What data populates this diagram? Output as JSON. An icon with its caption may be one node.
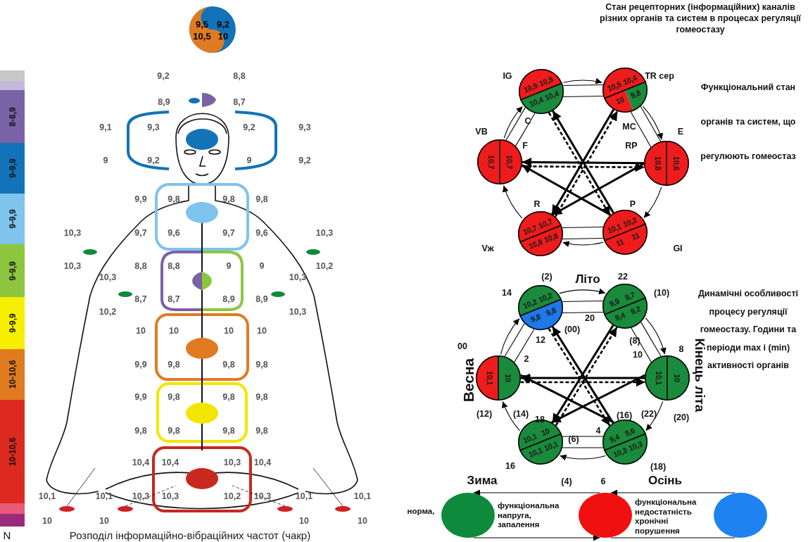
{
  "diagram": {
    "title": "Стан рецепторних (інформаційних) каналів різних органів та систем в процесах регуляції гомеостазу",
    "caption": "Розподіл інформаційно-вібраційних частот (чакр)",
    "nodes": [
      {
        "text": [
          "9,5",
          "9,2",
          "10,5",
          "10"
        ]
      },
      {
        "text": [],
        "shape": "bar"
      },
      {
        "text": [],
        "shape": "bar"
      },
      {
        "text": [
          "8-8,9"
        ]
      },
      {
        "text": [
          "9-9,9"
        ]
      },
      {
        "text": [
          "9-9,9"
        ]
      },
      {
        "text": [
          "9-9,9"
        ]
      },
      {
        "text": [
          "9-9,9"
        ]
      },
      {
        "text": [
          "10-10,6"
        ]
      },
      {
        "text": [
          "10-10,6"
        ]
      },
      {
        "text": [],
        "shape": "bar"
      },
      {
        "text": [],
        "shape": "bar"
      },
      {
        "text": [
          "10,9",
          "10,9",
          "10,4",
          "10,4"
        ]
      },
      {
        "text": [
          "10,5",
          "10,4",
          "10",
          "9,8"
        ]
      },
      {
        "text": [
          "10,7",
          "10,7"
        ]
      },
      {
        "text": [
          "10,8",
          "10,6"
        ]
      },
      {
        "text": [
          "10,7",
          "10,7",
          "10,8",
          "10,8"
        ]
      },
      {
        "text": [
          "10,1",
          "10,2",
          "11",
          "11"
        ]
      },
      {
        "text": [
          "10,2",
          "10,2",
          "9,8",
          "9,8"
        ]
      },
      {
        "text": [
          "9,9",
          "9,7",
          "9,4",
          "9,2"
        ]
      },
      {
        "text": [
          "10,1",
          "10"
        ]
      },
      {
        "text": [
          "10,1",
          "10"
        ]
      },
      {
        "text": [
          "10,1",
          "10",
          "10,1",
          "10,1"
        ]
      },
      {
        "text": [
          "9,4",
          "9,6",
          "10,3",
          "10,3"
        ]
      },
      {
        "text": [],
        "shape": "circle",
        "beside": [
          "норма,",
          "функціональна напруга, запалення"
        ]
      },
      {
        "text": [],
        "shape": "circle",
        "beside": [
          "функціональна недостатність хронічні порушення"
        ]
      },
      {
        "text": [],
        "shape": "circle"
      }
    ],
    "edges": [
      {
        "from": 12,
        "to": 13,
        "arrow": "to"
      },
      {
        "from": 13,
        "to": 15,
        "arrow": "to"
      },
      {
        "from": 15,
        "to": 17,
        "arrow": "to"
      },
      {
        "from": 17,
        "to": 16,
        "arrow": "to"
      },
      {
        "from": 16,
        "to": 14,
        "arrow": "to"
      },
      {
        "from": 14,
        "to": 12,
        "arrow": "to"
      },
      {
        "from": 12,
        "to": 13,
        "arrow": "none"
      },
      {
        "from": 12,
        "to": 13,
        "arrow": "none"
      },
      {
        "from": 12,
        "to": 14,
        "arrow": "none"
      },
      {
        "from": 12,
        "to": 14,
        "arrow": "none"
      },
      {
        "from": 13,
        "to": 15,
        "arrow": "none"
      },
      {
        "from": 13,
        "to": 15,
        "arrow": "none"
      },
      {
        "from": 16,
        "to": 17,
        "arrow": "none"
      },
      {
        "from": 16,
        "to": 17,
        "arrow": "none"
      },
      {
        "from": 15,
        "to": 14,
        "arrow": "to",
        "style": "thick"
      },
      {
        "from": 17,
        "to": 14,
        "arrow": "to",
        "style": "thick"
      },
      {
        "from": 17,
        "to": 12,
        "arrow": "to",
        "style": "thick"
      },
      {
        "from": 13,
        "to": 16,
        "arrow": "to",
        "style": "thick"
      },
      {
        "from": 15,
        "to": 16,
        "arrow": "to",
        "style": "thick"
      },
      {
        "from": 14,
        "to": 15,
        "arrow": "to",
        "style": "dashed"
      },
      {
        "from": 12,
        "to": 17,
        "arrow": "to",
        "style": "dashed"
      },
      {
        "from": 16,
        "to": 13,
        "arrow": "to",
        "style": "dashed"
      },
      {
        "from": 18,
        "to": 19,
        "arrow": "to"
      },
      {
        "from": 19,
        "to": 21,
        "arrow": "to"
      },
      {
        "from": 21,
        "to": 23,
        "arrow": "to"
      },
      {
        "from": 23,
        "to": 22,
        "arrow": "to"
      },
      {
        "from": 22,
        "to": 20,
        "arrow": "to"
      },
      {
        "from": 20,
        "to": 18,
        "arrow": "to"
      },
      {
        "from": 18,
        "to": 19,
        "arrow": "none"
      },
      {
        "from": 18,
        "to": 19,
        "arrow": "none"
      },
      {
        "from": 18,
        "to": 20,
        "arrow": "none"
      },
      {
        "from": 18,
        "to": 20,
        "arrow": "none"
      },
      {
        "from": 19,
        "to": 21,
        "arrow": "none"
      },
      {
        "from": 19,
        "to": 21,
        "arrow": "none"
      },
      {
        "from": 22,
        "to": 23,
        "arrow": "none"
      },
      {
        "from": 22,
        "to": 23,
        "arrow": "none"
      },
      {
        "from": 21,
        "to": 20,
        "arrow": "to",
        "style": "thick"
      },
      {
        "from": 23,
        "to": 20,
        "arrow": "to",
        "style": "thick"
      },
      {
        "from": 23,
        "to": 18,
        "arrow": "to",
        "style": "thick"
      },
      {
        "from": 19,
        "to": 22,
        "arrow": "to",
        "style": "thick"
      },
      {
        "from": 21,
        "to": 22,
        "arrow": "to",
        "style": "thick"
      },
      {
        "from": 20,
        "to": 21,
        "arrow": "to",
        "style": "dashed"
      },
      {
        "from": 18,
        "to": 23,
        "arrow": "to",
        "style": "dashed"
      },
      {
        "from": 22,
        "to": 19,
        "arrow": "to",
        "style": "dashed"
      },
      {
        "from": 26,
        "to": 25,
        "arrow": "to"
      },
      {
        "from": 25,
        "to": 24,
        "arrow": "to"
      },
      {
        "from": 24,
        "to": 25,
        "arrow": "to"
      },
      {
        "from": 25,
        "to": 26,
        "arrow": "none"
      }
    ],
    "labels": [
      "IG",
      "TR сер",
      "Функціональний стан органів та систем, що регулюють гомеостаз",
      "C",
      "MC",
      "VB",
      "E",
      "F",
      "RP",
      "R",
      "P",
      "Vж",
      "GI",
      "(2)",
      "Літо",
      "22",
      "Динамічні особливості процесу регуляції гомеостазу. Години та періоди max і (min) активності органів",
      "14",
      "(10)",
      "20",
      "(00)",
      "12",
      "(8)",
      "8",
      "00",
      "2",
      "10",
      "Весна",
      "Кінець літа",
      "(12)",
      "(14)",
      "18",
      "(16)",
      "(22)",
      "(20)",
      "(6)",
      "4",
      "16",
      "(18)",
      "Зима",
      "(4)",
      "6",
      "Осінь",
      "9,2",
      "8,8",
      "8,9",
      "8,7",
      "9,1",
      "9,3",
      "9,2",
      "9,3",
      "9",
      "9,2",
      "9",
      "9,2",
      "9,9",
      "9,8",
      "9,8",
      "9,8",
      "10,3",
      "9,7",
      "9,6",
      "9,7",
      "9,6",
      "10,3",
      "10,3",
      "8,8",
      "8,8",
      "9",
      "9",
      "10,2",
      "10,3",
      "10,3",
      "8,7",
      "8,7",
      "8,9",
      "8,9",
      "10,2",
      "10,3",
      "10",
      "10",
      "10",
      "10",
      "9,9",
      "9,8",
      "9,8",
      "9,8",
      "9,9",
      "9,8",
      "9,8",
      "9,8",
      "9,8",
      "9,8",
      "9,8",
      "9,8",
      "10,4",
      "10,4",
      "10,3",
      "10,4",
      "10,1",
      "10,1",
      "10,3",
      "10,3",
      "10,2",
      "10,3",
      "10,1",
      "10,1",
      "10",
      "10",
      "10",
      "10",
      "N"
    ]
  }
}
